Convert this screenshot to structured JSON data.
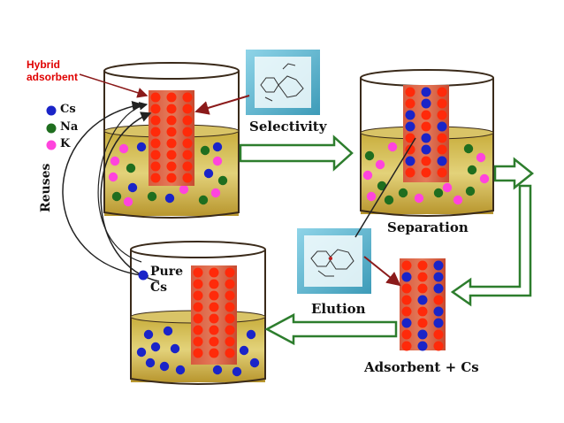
{
  "labels": {
    "hybrid_line1": "Hybrid",
    "hybrid_line2": "adsorbent",
    "cs": "Cs",
    "na": "Na",
    "k": "K",
    "selectivity": "Selectivity",
    "separation": "Separation",
    "elution": "Elution",
    "adsorbent_cs": "Adsorbent + Cs",
    "pure_line1": "Pure",
    "pure_line2": "Cs",
    "reuses": "Reuses"
  },
  "legend": [
    {
      "key": "cs",
      "color": "#1a24c8"
    },
    {
      "key": "na",
      "color": "#1f6e1f"
    },
    {
      "key": "k",
      "color": "#ff44dd"
    }
  ],
  "colors": {
    "solution": "#d6c35a",
    "adsorbent_bar": "#c03a25",
    "adsorbent_dot": "#ff2a0a",
    "arrow_green": "#2d7d2d",
    "arrow_red": "#8b1a1a"
  },
  "icons": [
    "molecule-structure-icon"
  ]
}
